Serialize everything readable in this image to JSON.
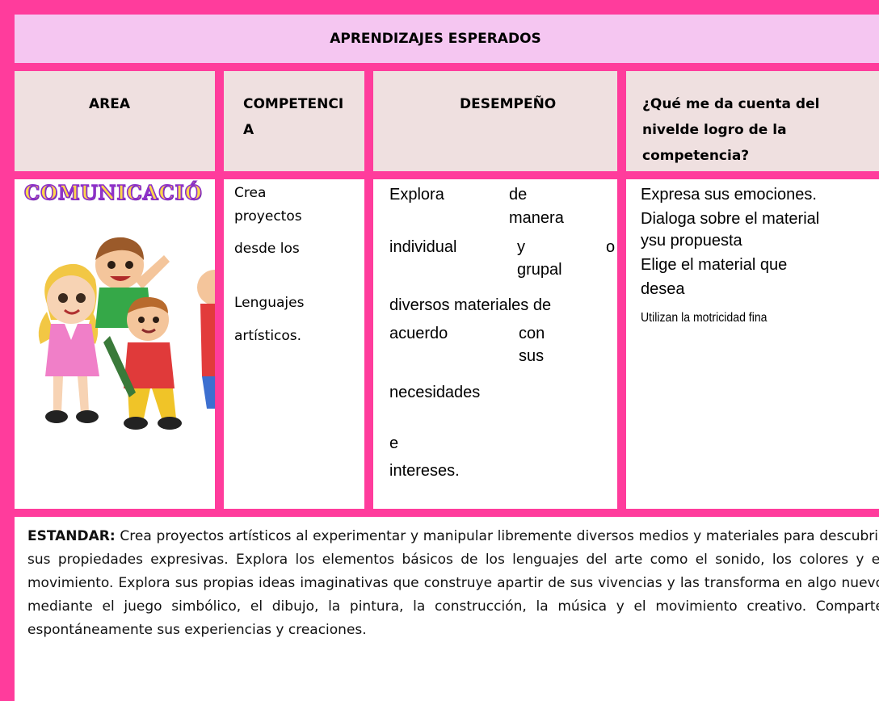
{
  "table": {
    "title": "APRENDIZAJES ESPERADOS",
    "headers": {
      "area": "AREA",
      "competencia_l1": "COMPETENCI",
      "competencia_l2": "A",
      "desempeno": "DESEMPEÑO",
      "logro_l1": "¿Qué me da cuenta del",
      "logro_l2": "nivelde logro de la",
      "logro_l3": "competencia?"
    },
    "area": {
      "title": "COMUNICACIÓ",
      "illustration": "children-jumping-illustration"
    },
    "competencia": {
      "l1": "Crea",
      "l2": "proyectos",
      "l3": "desde los",
      "l4": "Lenguajes",
      "l5": "artísticos."
    },
    "desempeno": {
      "w1": "Explora",
      "w2": "de",
      "w3": "manera",
      "w4": "individual",
      "w5": "y",
      "w6": "o",
      "w7": "grupal",
      "w8": "diversos materiales de",
      "w9": "acuerdo",
      "w10": "con",
      "w11": "sus",
      "w12": "necesidades",
      "w13": "e",
      "w14": "intereses."
    },
    "logro": {
      "l1": "Expresa sus emociones.",
      "l2": "Dialoga sobre el material",
      "l3": "ysu propuesta",
      "l4": "Elige el material que",
      "l5": "desea",
      "l6": "Utilizan la motricidad fina"
    }
  },
  "estandar": {
    "label": "ESTANDAR:",
    "text": " Crea proyectos artísticos al experimentar y manipular libremente diversos medios y materiales para descubrir sus propiedades expresivas. Explora los elementos básicos de los lenguajes del arte como el sonido, los colores y el movimiento. Explora sus propias ideas imaginativas que construye apartir de sus vivencias y las transforma en algo nuevo mediante el juego simbólico, el dibujo, la pintura, la construcción, la música y el movimiento creativo. Comparte espontáneamente sus experiencias y creaciones."
  },
  "colors": {
    "border": "#ff3c9c",
    "header_bg": "#f5c6f1",
    "column_header_bg": "#efe0e0"
  }
}
